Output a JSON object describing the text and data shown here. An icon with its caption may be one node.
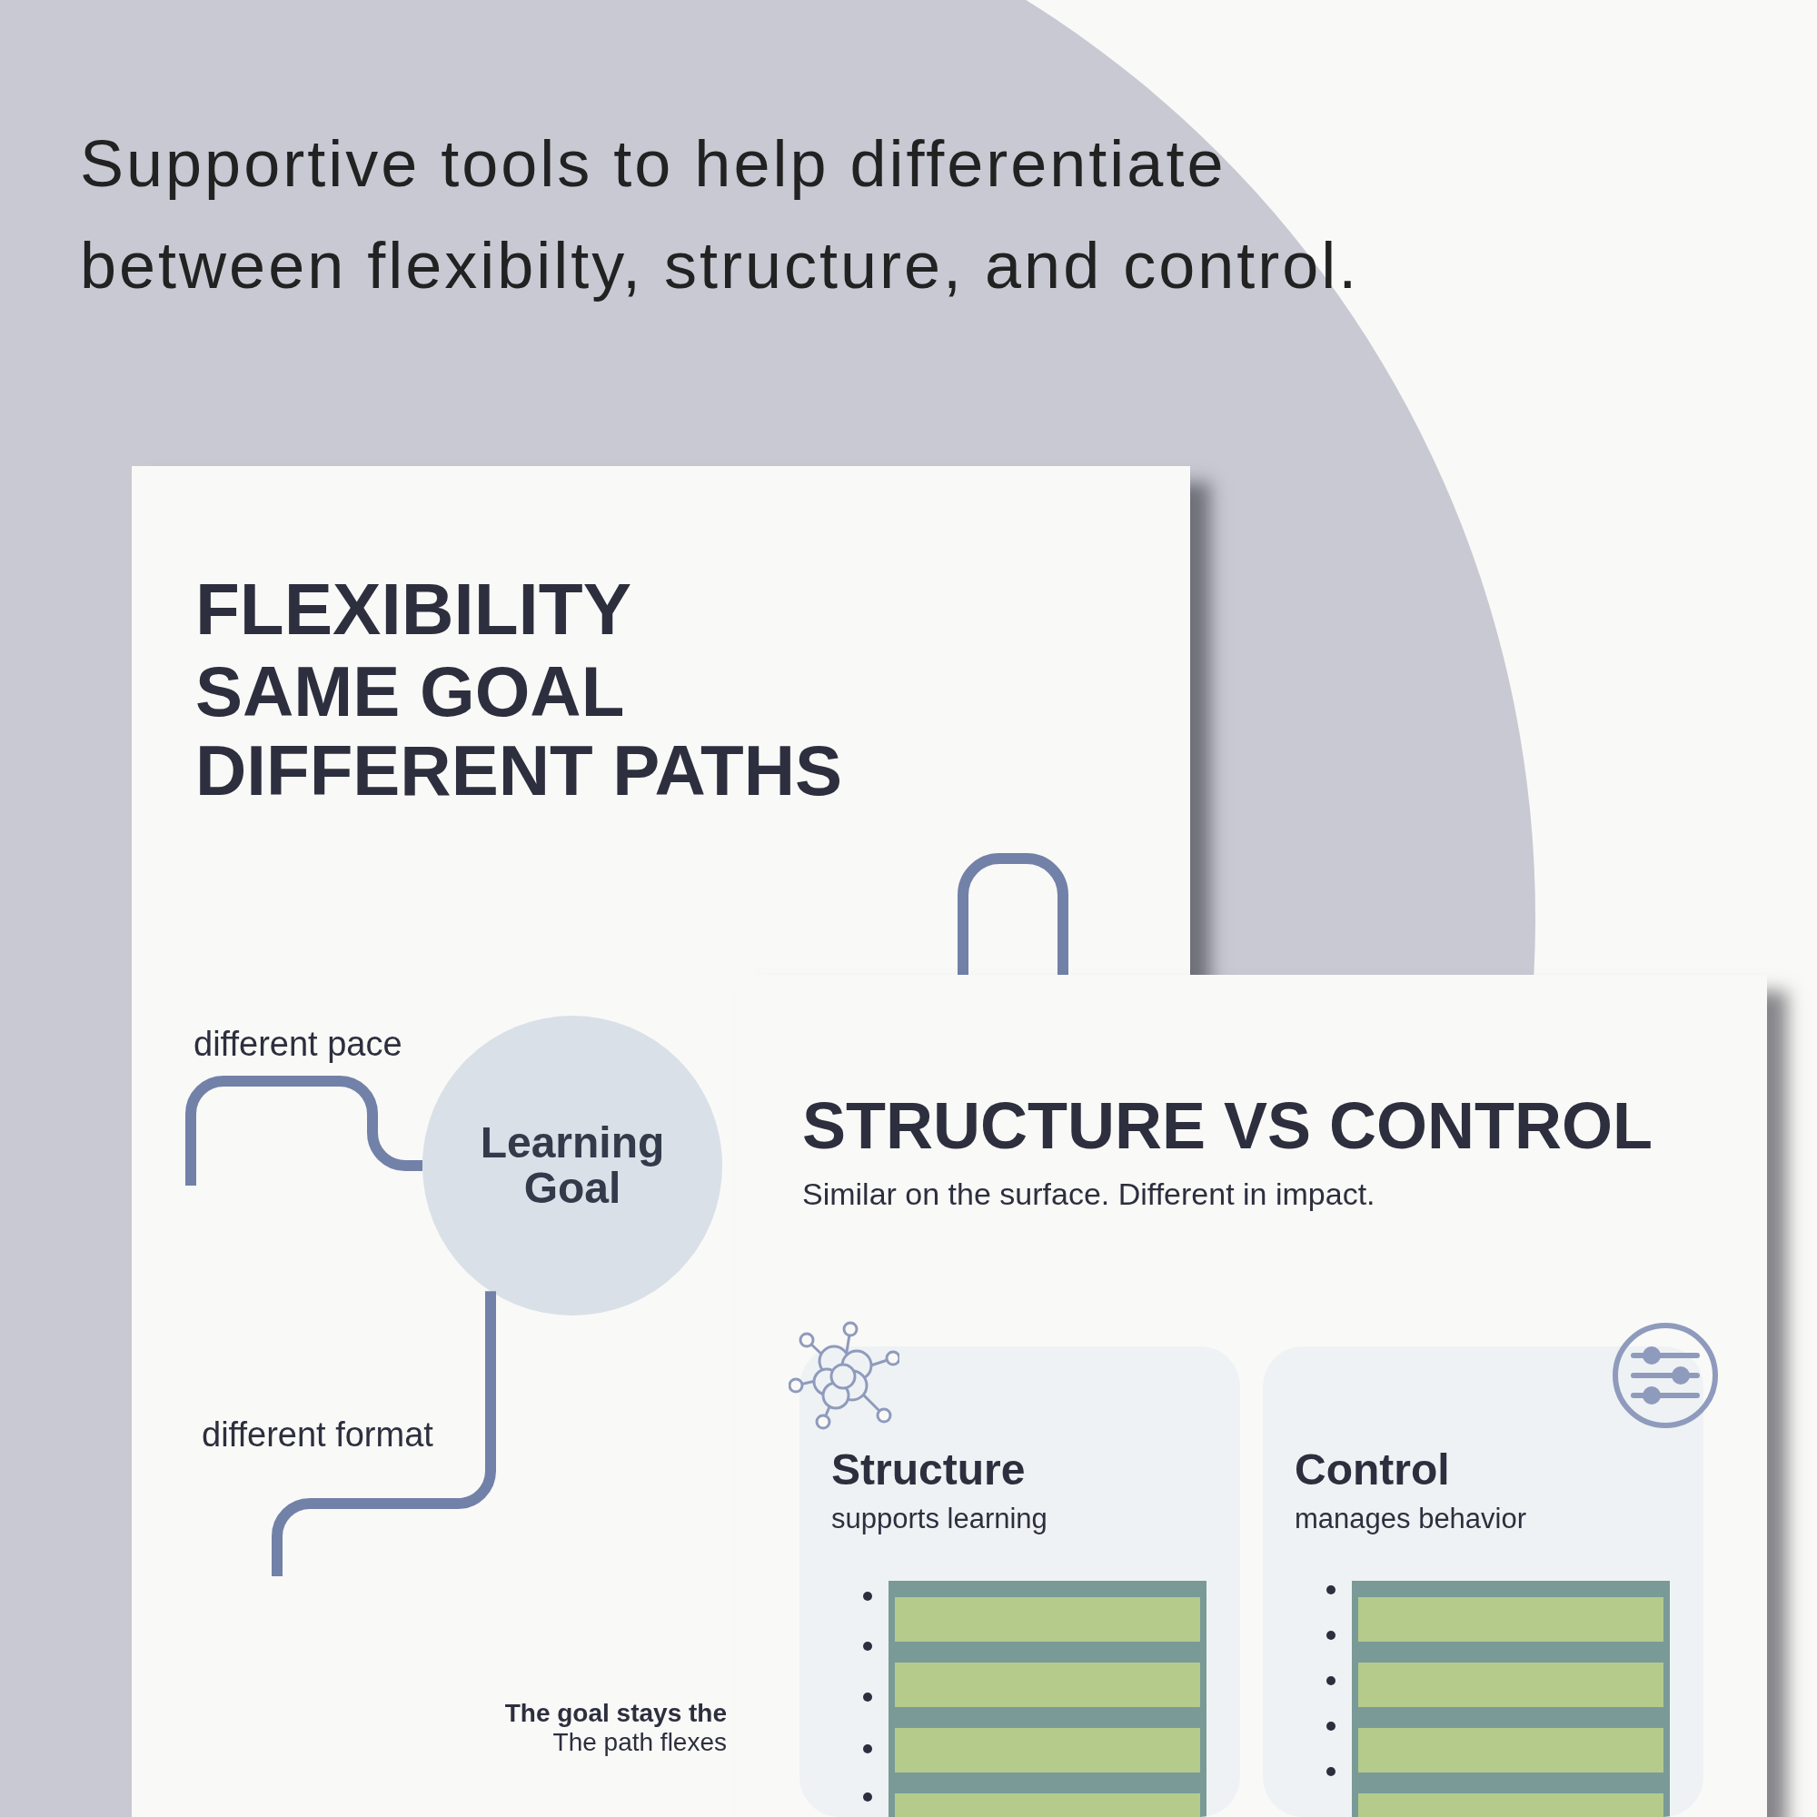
{
  "diagram": {
    "title": "Supportive tools to help differentiate between flexibilty, structure, and control.",
    "nodes": [
      {
        "text": [
          "FLEXIBILITY",
          "SAME GOAL DIFFERENT PATHS"
        ]
      },
      {
        "text": [
          "Learning Goal"
        ],
        "in": 0
      },
      {
        "text": [
          "STRUCTURE VS CONTROL",
          "Similar on the surface. Different in impact."
        ]
      },
      {
        "text": [
          "Structure",
          "supports learning"
        ],
        "in": 2
      },
      {
        "text": [
          "Control",
          "manages behavior"
        ],
        "in": 2
      }
    ],
    "edges": [
      {
        "from": null,
        "to": 1,
        "arrow": "none"
      },
      {
        "from": null,
        "to": 1,
        "arrow": "none"
      }
    ],
    "labels": [
      "different pace",
      "different format",
      "The goal stays the",
      "The path flexes"
    ]
  }
}
